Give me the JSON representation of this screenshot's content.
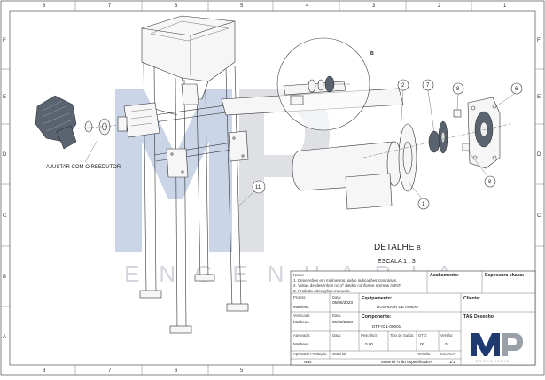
{
  "sheet": {
    "col_zones": [
      "8",
      "7",
      "6",
      "5",
      "4",
      "3",
      "2",
      "1"
    ],
    "row_zones": [
      "F",
      "E",
      "D",
      "C",
      "B",
      "A"
    ]
  },
  "drawing": {
    "callout_note": "AJUSTAR COM O REEDUTOR",
    "detail_bubble": "B",
    "balloons": {
      "b2": "2",
      "b7": "7",
      "b8a": "8",
      "b6": "6",
      "b8b": "8",
      "b1": "1",
      "b11": "11"
    },
    "detail_title": "DETALHE",
    "detail_letter": "B",
    "detail_scale": "ESCALA  1 : 3"
  },
  "watermark": {
    "text": "ENGENHARIA"
  },
  "title_block": {
    "notes_label": "Notas:",
    "notes": [
      "1. Dimensões em milímetros, salvo indicações contrárias.",
      "2. Vistas de desenhos no 1º diedro conforme normas ABNT.",
      "3. Proibido Alterações manuais."
    ],
    "acabamento_label": "Acabamento:",
    "espessura_label": "Espessura chapa:",
    "projeto_label": "Projeto:",
    "projeto_value": "Matheus",
    "data_label": "Data:",
    "data_value_1": "05/08/2023",
    "equipamento_label": "Equipamento:",
    "equipamento_value": "DOSADOR DE AMIDO",
    "cliente_label": "Cliente:",
    "verificado_label": "Verificado:",
    "verificado_value": "Matheus",
    "data_value_2": "05/08/2023",
    "componente_label": "Componente:",
    "componente_value": "DTT-031-00001",
    "tag_label": "TAG Desenho:",
    "aprovado_label": "Aprovado:",
    "aprovado_value": "Matheus",
    "peso_label": "Peso (kg):",
    "peso_value": "0.00",
    "tipo_saida_label": "Tipo de Saída:",
    "qtd_label": "QTD:",
    "qtd_value": "00",
    "versao_label": "Versão:",
    "versao_value": "01",
    "revisao_label": "Revisão:",
    "escala_label": "ESCALA:",
    "aprovado_producao_label": "Aprovado Produção:",
    "material_label": "Material:",
    "aprovado_producao_value": "Não",
    "material_value": "Material <não especificado>",
    "page_value": "1/1"
  },
  "logo": {
    "letters": "MP",
    "subtitle": "ENGENHARIA",
    "color_blue": "#1f3a70",
    "color_gray": "#9aa0a8"
  }
}
